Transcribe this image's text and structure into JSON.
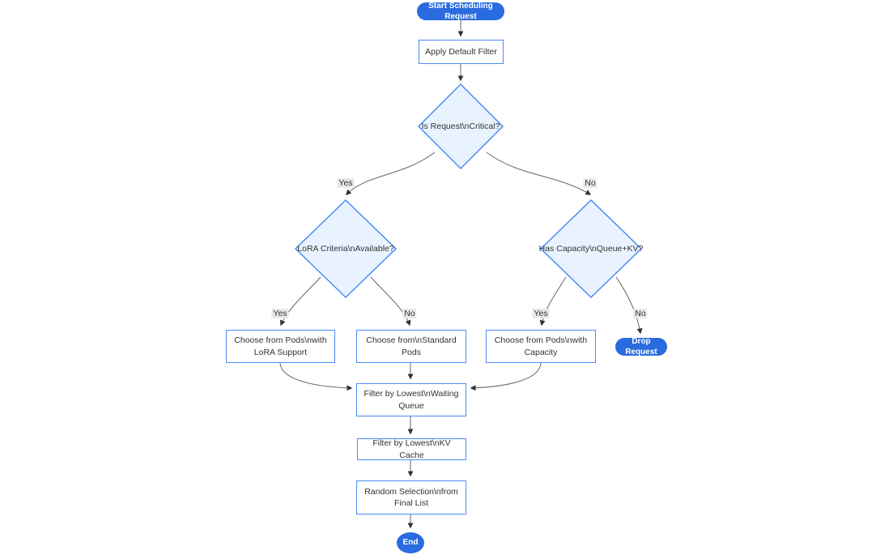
{
  "flowchart": {
    "nodes": {
      "start": {
        "label": "Start Scheduling Request"
      },
      "apply_filter": {
        "label": "Apply Default Filter"
      },
      "is_critical": {
        "label": "Is Request\\nCritical?"
      },
      "lora_criteria": {
        "label": "LoRA Criteria\\nAvailable?"
      },
      "has_capacity": {
        "label": "Has Capacity\\nQueue+KV?"
      },
      "choose_lora": {
        "label": "Choose from Pods\\nwith LoRA Support"
      },
      "choose_standard": {
        "label": "Choose from\\nStandard Pods"
      },
      "choose_capacity": {
        "label": "Choose from Pods\\nwith Capacity"
      },
      "drop_request": {
        "label": "Drop Request"
      },
      "filter_waiting": {
        "label": "Filter by Lowest\\nWaiting Queue"
      },
      "filter_kv": {
        "label": "Filter by Lowest\\nKV Cache"
      },
      "random_selection": {
        "label": "Random Selection\\nfrom Final List"
      },
      "end": {
        "label": "End"
      }
    },
    "edges": {
      "critical_yes": {
        "label": "Yes"
      },
      "critical_no": {
        "label": "No"
      },
      "lora_yes": {
        "label": "Yes"
      },
      "lora_no": {
        "label": "No"
      },
      "capacity_yes": {
        "label": "Yes"
      },
      "capacity_no": {
        "label": "No"
      }
    },
    "colors": {
      "terminal_fill": "#2a6bdf",
      "terminal_text": "#ffffff",
      "decision_fill": "#e9f3ff",
      "node_border": "#4c8bf5",
      "process_fill": "#ffffff",
      "edge_stroke": "#666666",
      "arrowhead": "#333333",
      "edge_label_bg": "#e8e8e8",
      "text": "#333333"
    }
  }
}
